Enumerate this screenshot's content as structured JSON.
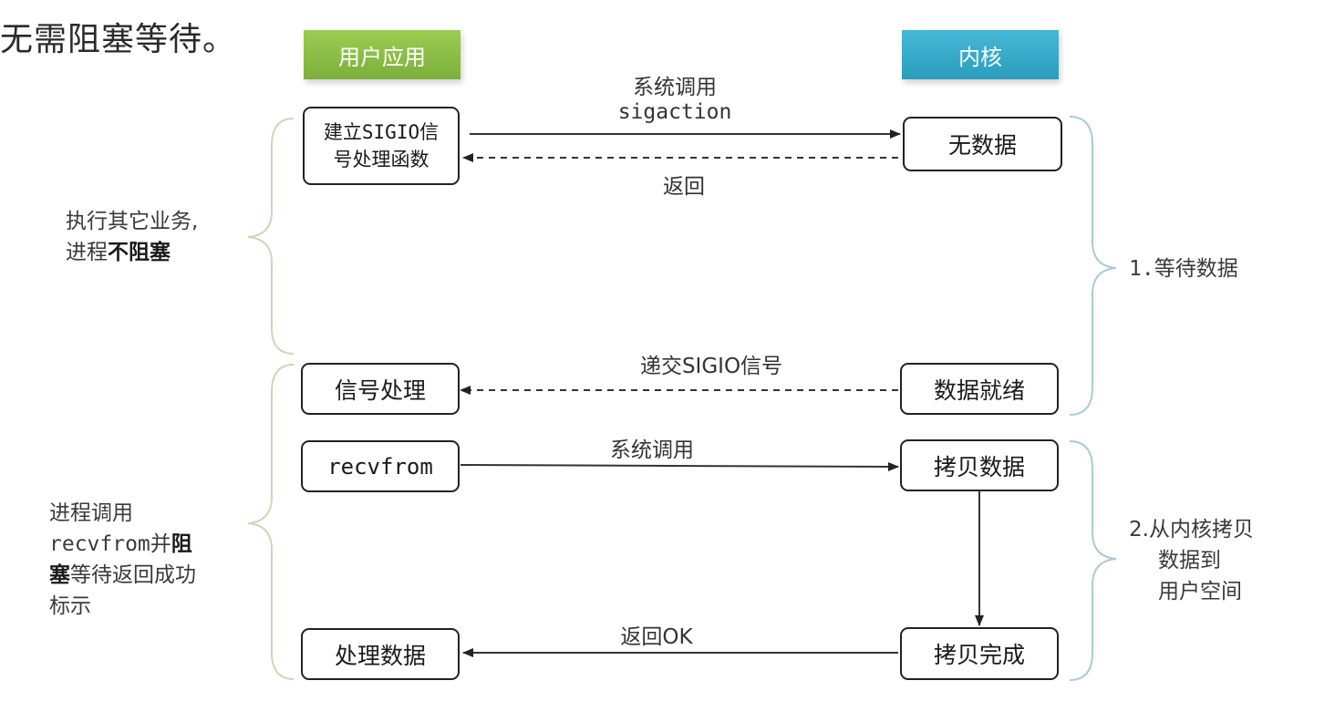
{
  "top_text": "无需阻塞等待。",
  "headers": {
    "user": "用户应用",
    "kernel": "内核"
  },
  "user_boxes": {
    "setup_line1": "建立SIGIO信",
    "setup_line2": "号处理函数",
    "signal_handle": "信号处理",
    "recvfrom": "recvfrom",
    "process_data": "处理数据"
  },
  "kernel_boxes": {
    "no_data": "无数据",
    "data_ready": "数据就绪",
    "copy_data": "拷贝数据",
    "copy_done": "拷贝完成"
  },
  "arrows": {
    "syscall_1": "系统调用",
    "sigaction": "sigaction",
    "return_1": "返回",
    "deliver_sigio": "递交SIGIO信号",
    "syscall_2": "系统调用",
    "return_ok": "返回OK"
  },
  "left_notes": {
    "phase1_line1": "执行其它业务,",
    "phase1_line2_prefix": "进程",
    "phase1_line2_bold": "不阻塞",
    "phase2_line1": "进程调用",
    "phase2_line2_mono": "recvfrom",
    "phase2_line2_suffix": "并",
    "phase2_line2_bold": "阻",
    "phase2_line3_bold": "塞",
    "phase2_line3_suffix": "等待返回成功",
    "phase2_line4": "标示"
  },
  "right_notes": {
    "stage1": "1.等待数据",
    "stage2_line1": "2.从内核拷贝",
    "stage2_line2": "数据到",
    "stage2_line3": "用户空间"
  },
  "colors": {
    "user_header": "#8bc34a",
    "kernel_header": "#33aacc",
    "left_brace": "#d8d2b8",
    "right_brace": "#a9cbd6"
  }
}
